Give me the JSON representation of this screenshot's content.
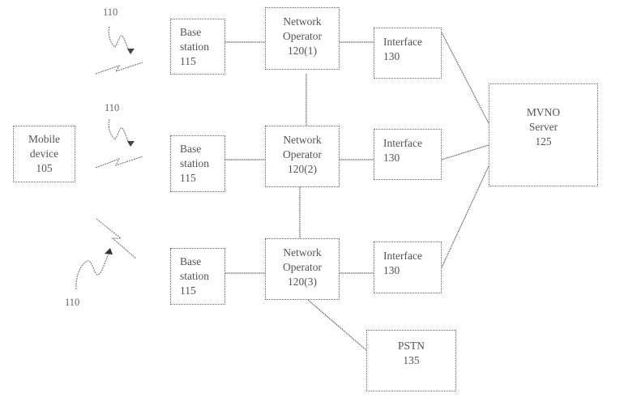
{
  "diagram": {
    "mobile_device": {
      "lines": [
        "Mobile",
        "device",
        "105"
      ]
    },
    "base_stations": [
      {
        "lines": [
          "Base",
          "station",
          "115"
        ]
      },
      {
        "lines": [
          "Base",
          "station",
          "115"
        ]
      },
      {
        "lines": [
          "Base",
          "station",
          "115"
        ]
      }
    ],
    "network_operators": [
      {
        "lines": [
          "Network",
          "Operator",
          "120(1)"
        ]
      },
      {
        "lines": [
          "Network",
          "Operator",
          "120(2)"
        ]
      },
      {
        "lines": [
          "Network",
          "Operator",
          "120(3)"
        ]
      }
    ],
    "interfaces": [
      {
        "lines": [
          "Interface",
          "130"
        ]
      },
      {
        "lines": [
          "Interface",
          "130"
        ]
      },
      {
        "lines": [
          "Interface",
          "130"
        ]
      }
    ],
    "mvno_server": {
      "lines": [
        "MVNO",
        "Server",
        "125"
      ]
    },
    "pstn": {
      "lines": [
        "PSTN",
        "135"
      ]
    },
    "wireless_link_refs": [
      "110",
      "110",
      "110"
    ]
  }
}
